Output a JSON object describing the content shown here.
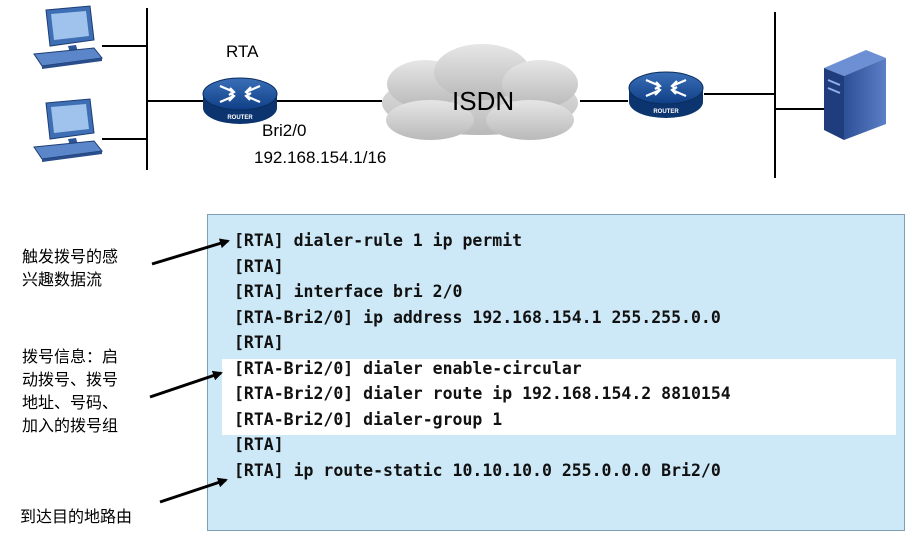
{
  "topology": {
    "router_a_label": "RTA",
    "router_badge_text": "ROUTER",
    "interface_label": "Bri2/0",
    "ip_label": "192.168.154.1/16",
    "cloud_label": "ISDN"
  },
  "config": {
    "lines": [
      "[RTA] dialer-rule 1 ip permit",
      "[RTA]",
      "[RTA] interface bri 2/0",
      "[RTA-Bri2/0] ip address 192.168.154.1 255.255.0.0",
      "[RTA]",
      "[RTA-Bri2/0] dialer enable-circular",
      "[RTA-Bri2/0] dialer route ip 192.168.154.2 8810154",
      "[RTA-Bri2/0] dialer-group 1",
      "[RTA]",
      "[RTA] ip route-static 10.10.10.0 255.0.0.0 Bri2/0"
    ]
  },
  "annotations": {
    "trigger": [
      "触发拨号的感",
      "兴趣数据流"
    ],
    "dial_info": [
      "拨号信息：启",
      "动拨号、拨号",
      "地址、号码、",
      "加入的拨号组"
    ],
    "route": [
      "到达目的地路由"
    ]
  }
}
